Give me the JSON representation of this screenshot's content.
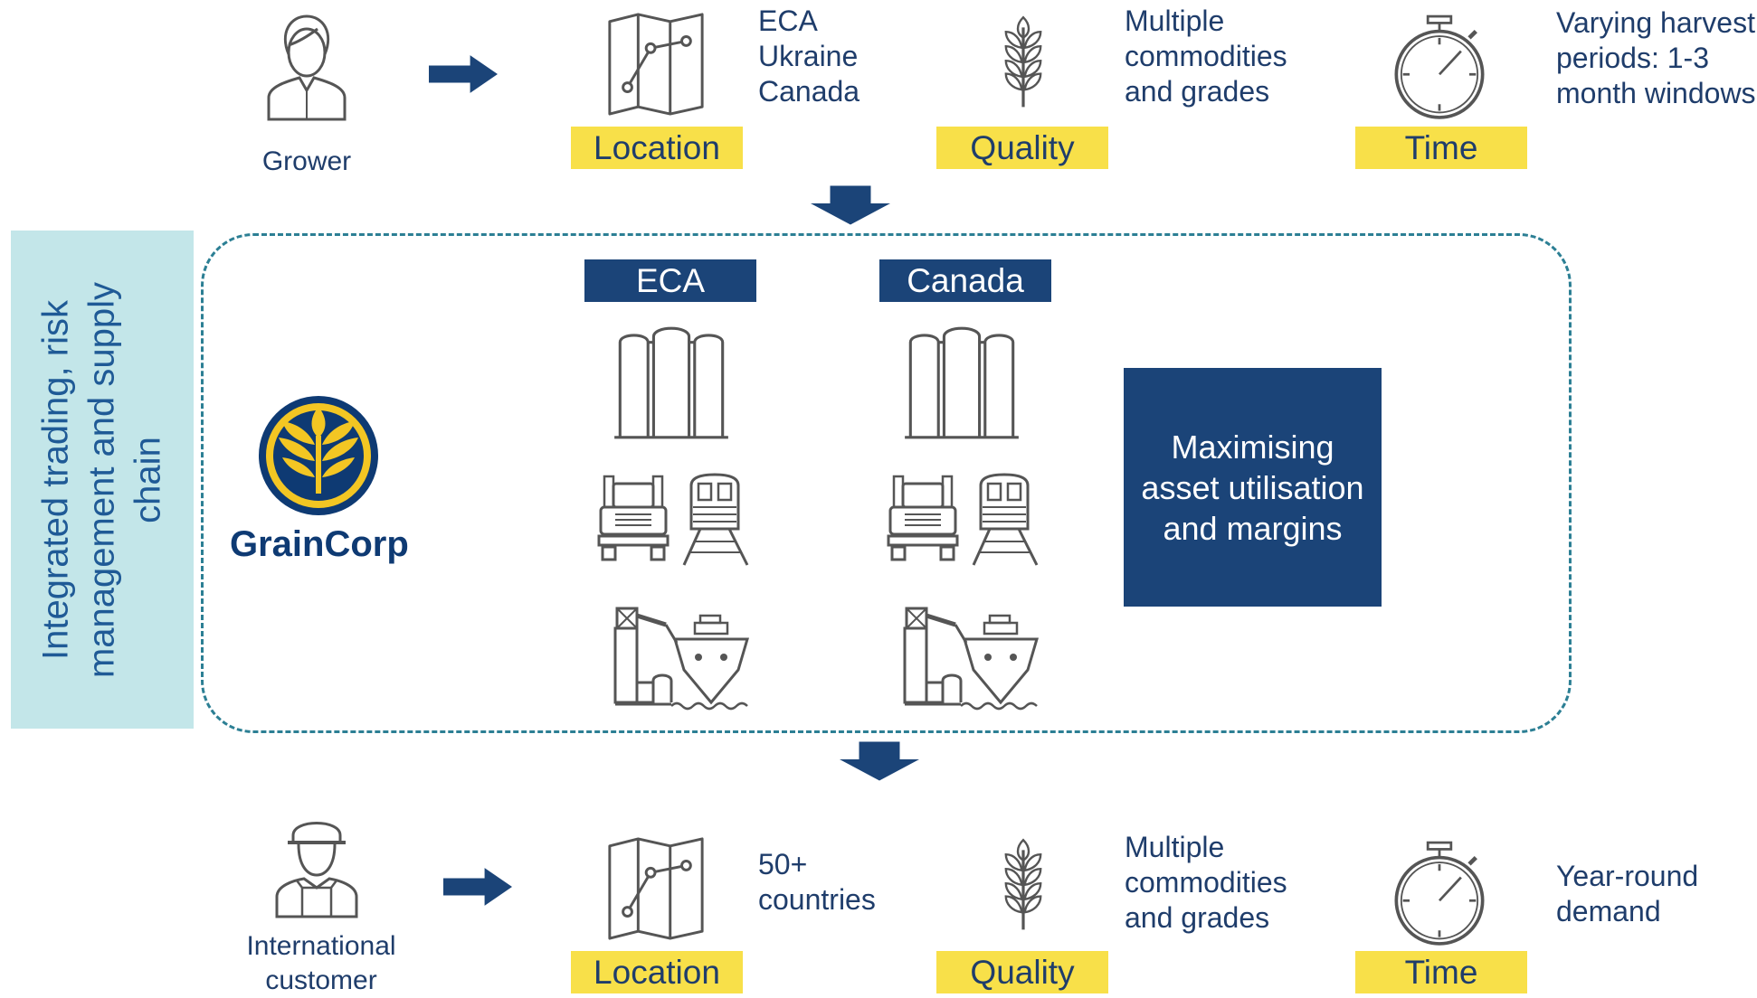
{
  "top": {
    "actor_label": "Grower",
    "location": {
      "label": "Location",
      "details": [
        "ECA",
        "Ukraine",
        "Canada"
      ]
    },
    "quality": {
      "label": "Quality",
      "details": [
        "Multiple",
        "commodities",
        "and grades"
      ]
    },
    "time": {
      "label": "Time",
      "details": [
        "Varying harvest",
        "periods: 1-3",
        "month windows"
      ]
    }
  },
  "middle": {
    "side_label": "Integrated trading, risk management and supply chain",
    "logo_text": "GrainCorp",
    "regions": [
      "ECA",
      "Canada"
    ],
    "summary": "Maximising asset utilisation and margins"
  },
  "bottom": {
    "actor_label": "International customer",
    "location": {
      "label": "Location",
      "details": [
        "50+",
        "countries"
      ]
    },
    "quality": {
      "label": "Quality",
      "details": [
        "Multiple",
        "commodities",
        "and grades"
      ]
    },
    "time": {
      "label": "Time",
      "details": [
        "Year-round",
        "demand"
      ]
    }
  },
  "colors": {
    "navy": "#1b4478",
    "yellow": "#f8e049",
    "teal_dash": "#2c7f94",
    "side_panel": "#c3e6e9"
  }
}
